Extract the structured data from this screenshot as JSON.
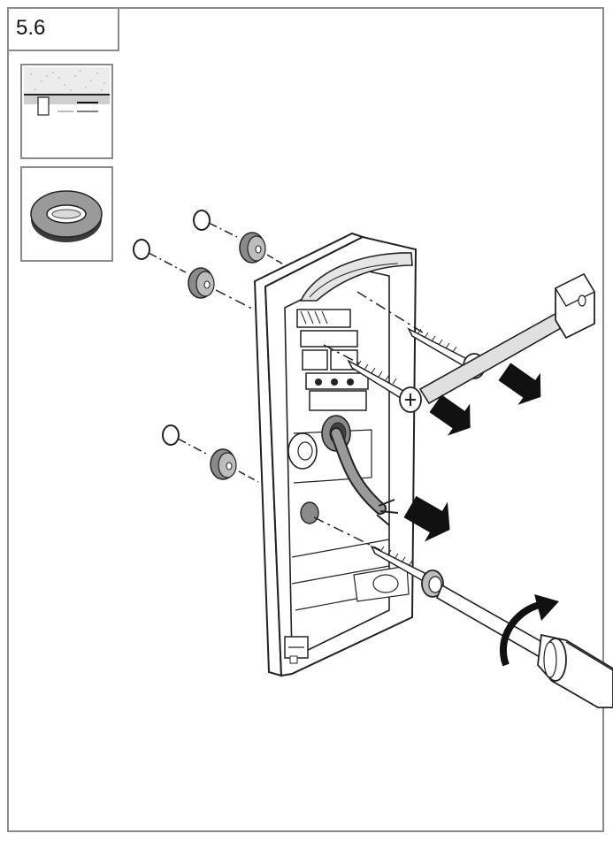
{
  "step": {
    "number": "5.6"
  },
  "thumbnails": [
    {
      "name": "wall-section-thumbnail"
    },
    {
      "name": "grommet-thumbnail"
    }
  ],
  "colors": {
    "frame": "#8a8a8a",
    "line": "#222222",
    "fill": "#ffffff",
    "shade": "#bdbdbd",
    "dark": "#111111"
  }
}
